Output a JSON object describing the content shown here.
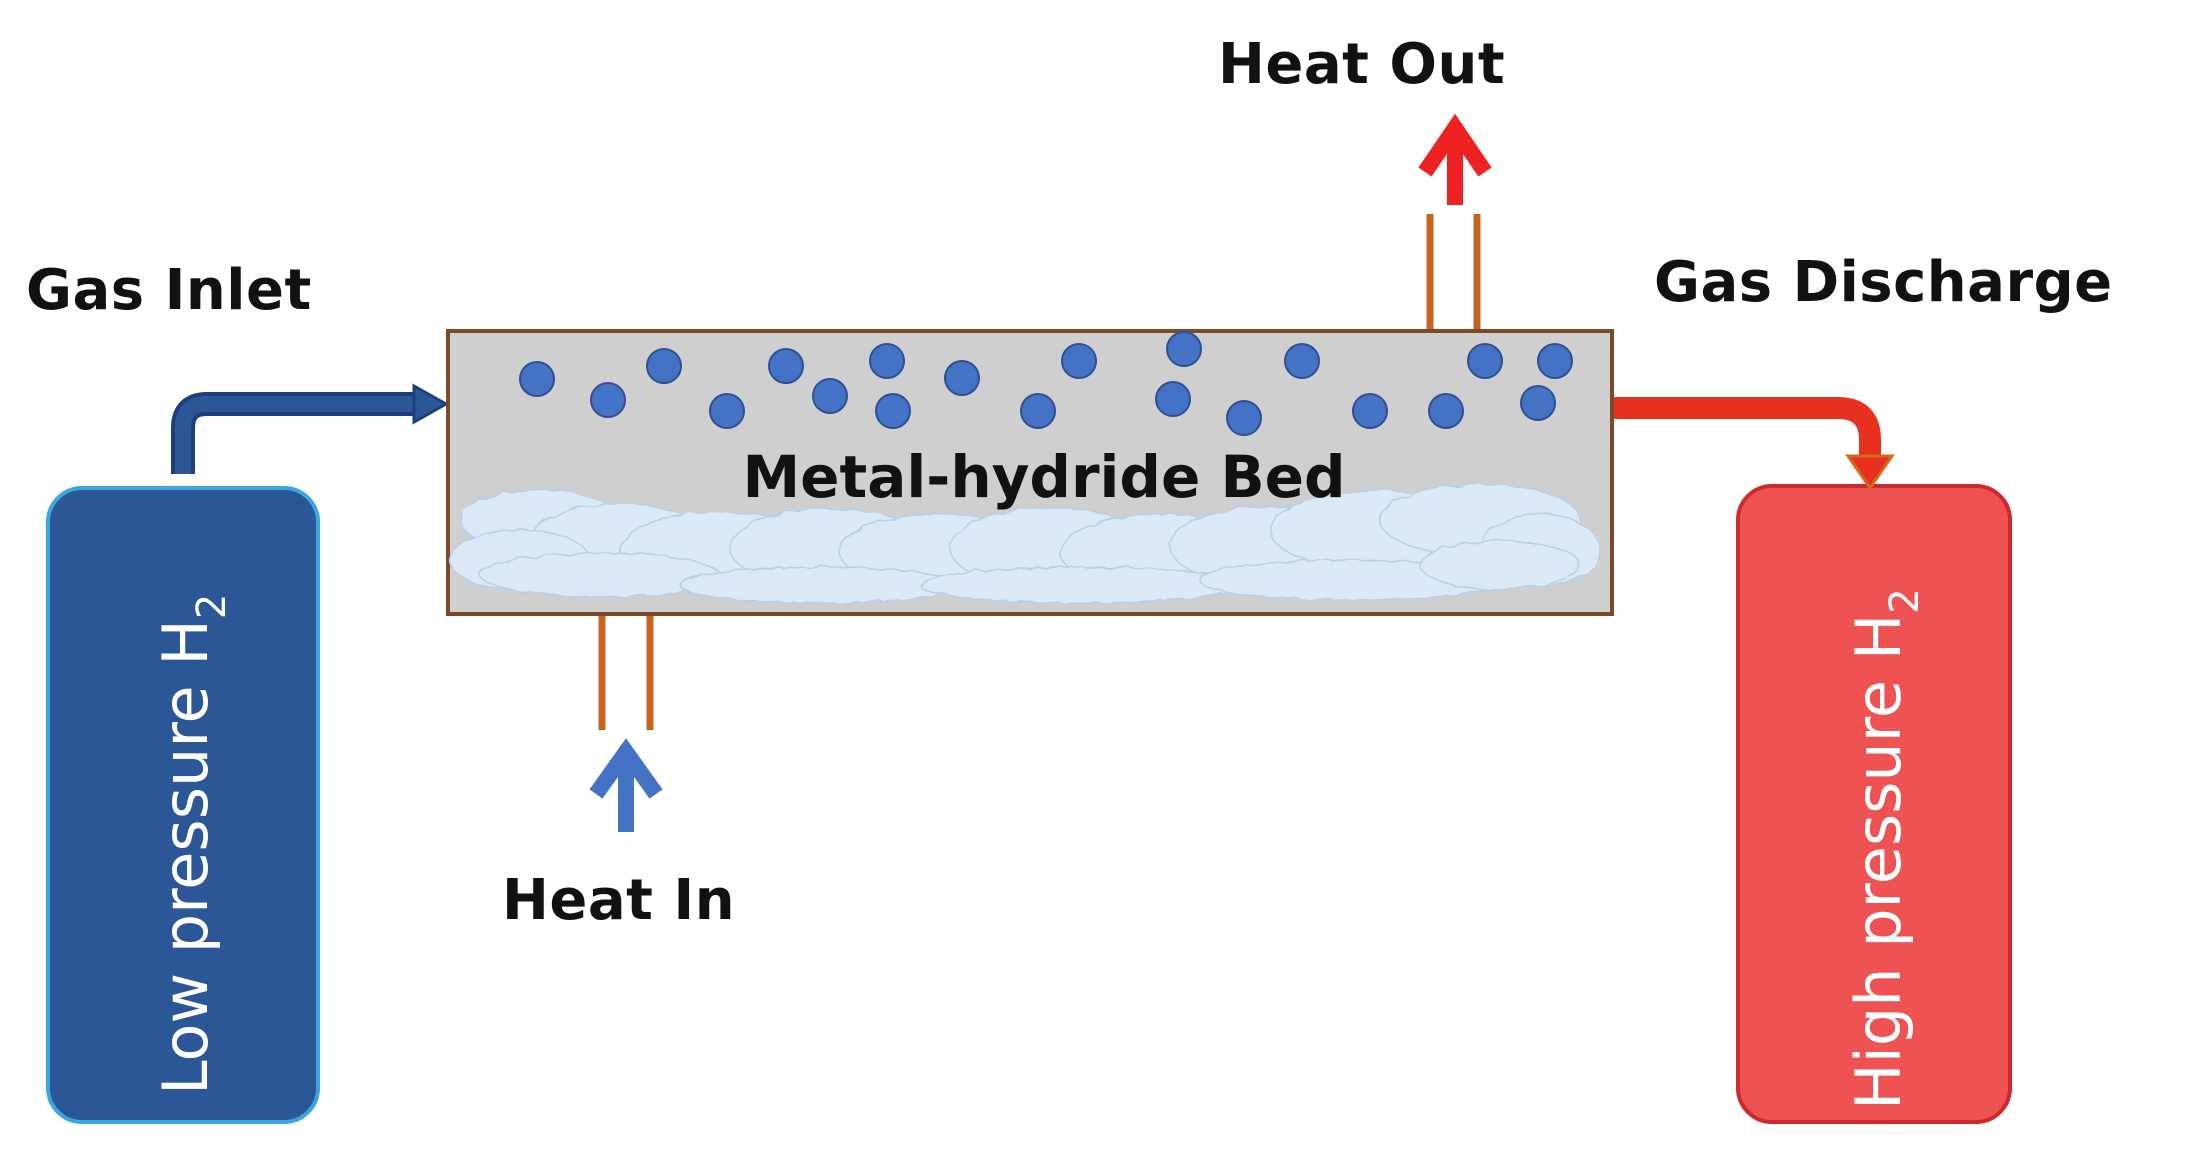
{
  "labels": {
    "heat_out": "Heat Out",
    "gas_inlet": "Gas Inlet",
    "gas_discharge": "Gas Discharge",
    "heat_in": "Heat In",
    "bed": "Metal-hydride Bed",
    "low_tank": "Low pressure H",
    "high_tank": "High pressure H",
    "subscript": "2"
  },
  "colors": {
    "low_tank": "#2b5797",
    "low_tank_border": "#3aa7e0",
    "high_tank": "#ee5253",
    "high_tank_border": "#cc2a2d",
    "bed_fill": "#d0cfd0",
    "bed_border": "#7a4a2b",
    "pipe": "#c5641f",
    "particle": "#4472c4",
    "particle_border": "#2f4f8f",
    "inlet_arrow": "#2b5797",
    "discharge_arrow": "#e8301f",
    "heat_out_arrow": "#ee2222",
    "heat_in_arrow": "#4472c4"
  }
}
